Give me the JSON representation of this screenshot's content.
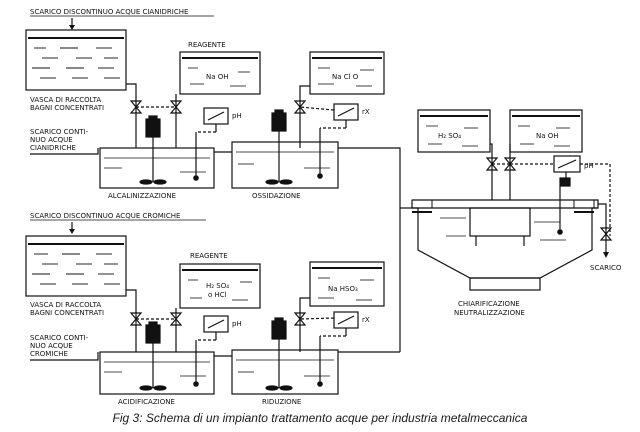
{
  "caption": "Fig 3:  Schema di un impianto trattamento acque per industria metalmeccanica",
  "top_section": {
    "title": "SCARICO DISCONTINUO ACQUE CIANIDRICHE",
    "collection_tank_label_1": "VASCA DI RACCOLTA",
    "collection_tank_label_2": "BAGNI CONCENTRATI",
    "inlet_label_1": "SCARICO CONTI-",
    "inlet_label_2": "NUO ACQUE",
    "inlet_label_3": "CIANIDRICHE",
    "reagent_header": "REAGENTE",
    "reagent_1": "Na OH",
    "reagent_2": "Na Cl O",
    "instrument_1": "pH",
    "instrument_2": "rX",
    "stage_1": "ALCALINIZZAZIONE",
    "stage_2": "OSSIDAZIONE"
  },
  "bottom_section": {
    "title": "SCARICO DISCONTINUO ACQUE CROMICHE",
    "collection_tank_label_1": "VASCA DI RACCOLTA",
    "collection_tank_label_2": "BAGNI CONCENTRATI",
    "inlet_label_1": "SCARICO CONTI-",
    "inlet_label_2": "NUO ACQUE",
    "inlet_label_3": "CROMICHE",
    "reagent_header": "REAGENTE",
    "reagent_1a": "H₂ SO₄",
    "reagent_1b": "o HCl",
    "reagent_2": "Na HSO₃",
    "instrument_1": "pH",
    "instrument_2": "rX",
    "stage_1": "ACIDIFICAZIONE",
    "stage_2": "RIDUZIONE"
  },
  "right_section": {
    "reagent_1": "H₂ SO₄",
    "reagent_2": "Na OH",
    "instrument": "pH",
    "outlet": "SCARICO",
    "stage_line_1": "CHIARIFICAZIONE",
    "stage_line_2": "NEUTRALIZZAZIONE"
  }
}
